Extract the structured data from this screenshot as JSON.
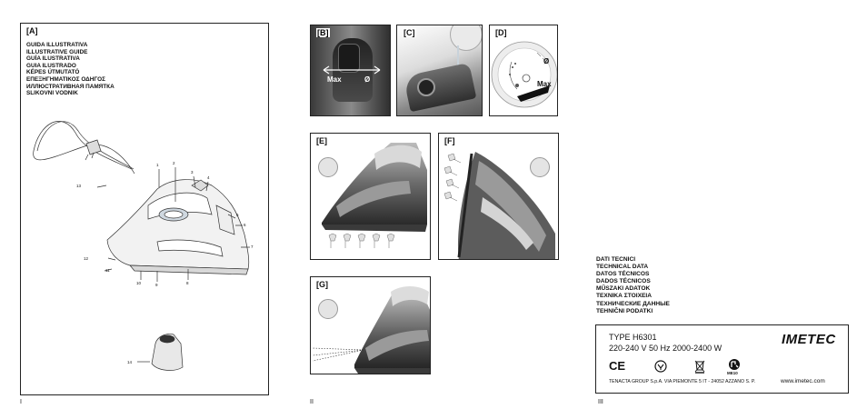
{
  "page_left": {
    "label": "[A]",
    "guide_titles": [
      "GUIDA ILLUSTRATIVA",
      "ILLUSTRATIVE GUIDE",
      "GUÍA ILUSTRATIVA",
      "GUIA ILUSTRADO",
      "KÉPES ÚTMUTATÓ",
      "ΕΠΕΞΗΓΗΜΑΤΙΚΟΣ ΟΔΗΓΟΣ",
      "ИЛЛЮСТРАТИВНАЯ ПАМЯТКА",
      "SLIKOVNI VODNIK"
    ],
    "callouts": [
      "1",
      "2",
      "3",
      "4",
      "5",
      "6",
      "7",
      "8",
      "9",
      "10",
      "11",
      "12",
      "13",
      "14"
    ],
    "page_number": "I"
  },
  "page_middle": {
    "labels": {
      "b": "[B]",
      "c": "[C]",
      "d": "[D]",
      "e": "[E]",
      "f": "[F]",
      "g": "[G]"
    },
    "b_max": "Max",
    "b_zero": "Ø",
    "d_zero": "Ø",
    "d_max": "Max",
    "page_number": "II"
  },
  "page_right": {
    "tech_titles": [
      "DATI TECNICI",
      "TECHNICAL DATA",
      "DATOS TÉCNICOS",
      "DADOS TÉCNICOS",
      "MŰSZAKI ADATOK",
      "ΤΕΧΝΙΚΑ ΣΤΟΙΧΕΙΑ",
      "ТЕХНИЧЕСКИЕ ДАННЫЕ",
      "TEHNIČNI PODATKI"
    ],
    "type_line": "TYPE H6301",
    "specs_line": "220-240 V   50 Hz   2000-2400 W",
    "brand": "IMETEC",
    "ce": "CE",
    "me_code": "ME10",
    "manufacturer": "TENACTA GROUP S.p.A. VIA PIEMONTE 5 IT - 24052 AZZANO S. P.",
    "website": "www.imetec.com",
    "page_number": "III"
  }
}
